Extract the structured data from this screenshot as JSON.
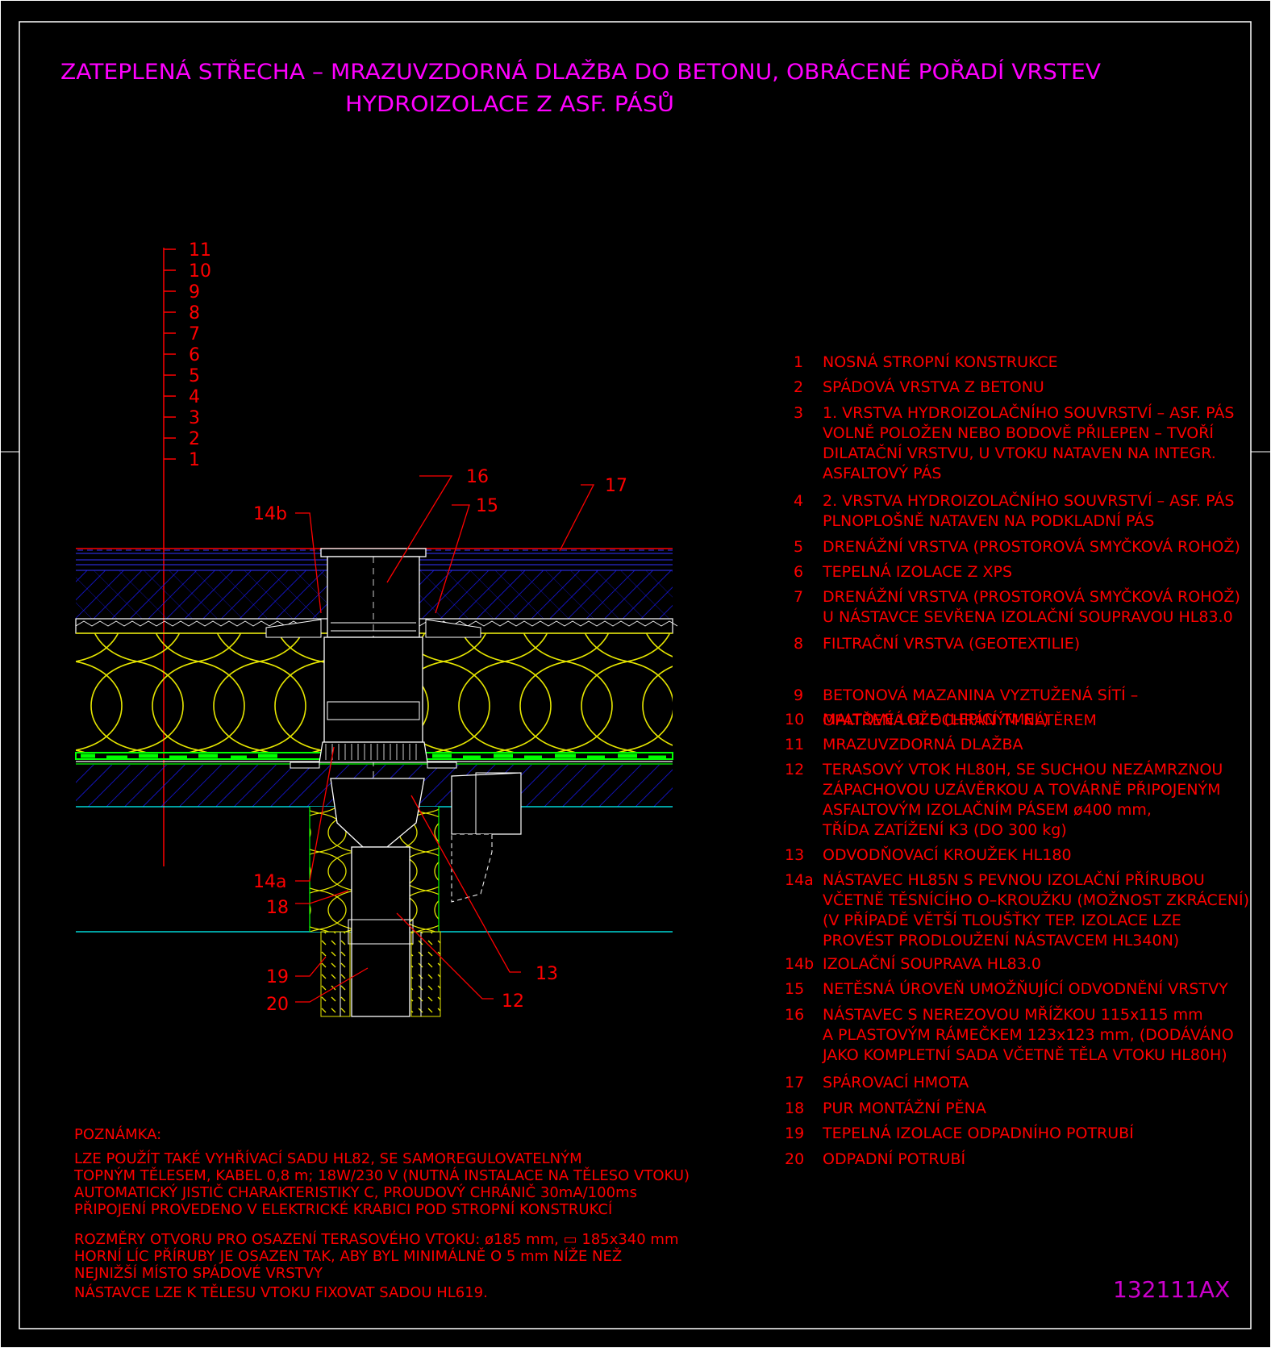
{
  "title": {
    "line1": "ZATEPLENÁ STŘECHA – MRAZUVZDORNÁ DLAŽBA DO BETONU, OBRÁCENÉ POŘADÍ VRSTEV",
    "line2": "HYDROIZOLACE Z ASF. PÁSŮ"
  },
  "layer_scale": [
    "11",
    "10",
    "9",
    "8",
    "7",
    "6",
    "5",
    "4",
    "3",
    "2",
    "1"
  ],
  "callouts": {
    "c16": "16",
    "c15": "15",
    "c17": "17",
    "c14b": "14b",
    "c14a": "14a",
    "c18": "18",
    "c19": "19",
    "c20": "20",
    "c13": "13",
    "c12": "12"
  },
  "legend": [
    {
      "num": "1",
      "lines": [
        "NOSNÁ STROPNÍ KONSTRUKCE"
      ]
    },
    {
      "num": "2",
      "lines": [
        "SPÁDOVÁ VRSTVA Z BETONU"
      ]
    },
    {
      "num": "3",
      "lines": [
        "1. VRSTVA HYDROIZOLAČNÍHO SOUVRSTVÍ – ASF. PÁS",
        "VOLNĚ POLOŽEN NEBO BODOVĚ PŘILEPEN – TVOŘÍ",
        "DILATAČNÍ VRSTVU, U VTOKU NATAVEN NA INTEGR.",
        "ASFALTOVÝ PÁS"
      ]
    },
    {
      "num": "4",
      "lines": [
        "2. VRSTVA HYDROIZOLAČNÍHO SOUVRSTVÍ – ASF. PÁS",
        "PLNOPLOŠNĚ NATAVEN NA PODKLADNÍ PÁS"
      ]
    },
    {
      "num": "5",
      "lines": [
        "DRENÁŽNÍ VRSTVA (PROSTOROVÁ SMYČKOVÁ ROHOŽ)"
      ]
    },
    {
      "num": "6",
      "lines": [
        "TEPELNÁ IZOLACE Z XPS"
      ]
    },
    {
      "num": "7",
      "lines": [
        "DRENÁŽNÍ VRSTVA (PROSTOROVÁ SMYČKOVÁ ROHOŽ)",
        "U NÁSTAVCE SEVŘENA IZOLAČNÍ SOUPRAVOU HL83.0"
      ]
    },
    {
      "num": "8",
      "lines": [
        "FILTRAČNÍ VRSTVA (GEOTEXTILIE)"
      ]
    },
    {
      "num": "9",
      "lines": [
        "BETONOVÁ MAZANINA VYZTUŽENÁ SÍTÍ –",
        "OPATŘENÁ HI OCHRANÝM NÁTĚREM"
      ]
    },
    {
      "num": "10",
      "lines": [
        "MALTOVÉ LOŽE (LEPÍCÍ TMEL)"
      ]
    },
    {
      "num": "11",
      "lines": [
        "MRAZUVZDORNÁ DLAŽBA"
      ]
    },
    {
      "num": "12",
      "lines": [
        "TERASOVÝ VTOK HL80H, SE SUCHOU NEZÁMRZNOU",
        "ZÁPACHOVOU UZÁVĚRKOU A TOVÁRNĚ PŘIPOJENÝM",
        "ASFALTOVÝM IZOLAČNÍM PÁSEM ø400 mm,",
        "TŘÍDA ZATÍŽENÍ K3 (DO 300 kg)"
      ]
    },
    {
      "num": "13",
      "lines": [
        "ODVODŇOVACÍ KROUŽEK HL180"
      ]
    },
    {
      "num": "14a",
      "lines": [
        "NÁSTAVEC HL85N S PEVNOU IZOLAČNÍ PŘÍRUBOU",
        "VČETNĚ TĚSNÍCÍHO O–KROUŽKU (MOŽNOST ZKRÁCENÍ)",
        "(V PŘÍPADĚ VĚTŠÍ TLOUŠŤKY TEP. IZOLACE LZE",
        "PROVÉST PRODLOUŽENÍ NÁSTAVCEM HL340N)"
      ]
    },
    {
      "num": "14b",
      "lines": [
        "IZOLAČNÍ SOUPRAVA HL83.0"
      ]
    },
    {
      "num": "15",
      "lines": [
        "NETĚSNÁ ÚROVEŇ UMOŽŇUJÍCÍ ODVODNĚNÍ VRSTVY"
      ]
    },
    {
      "num": "16",
      "lines": [
        "NÁSTAVEC S NEREZOVOU MŘÍŽKOU 115x115 mm",
        "A PLASTOVÝM RÁMEČKEM 123x123 mm, (DODÁVÁNO",
        "JAKO KOMPLETNÍ SADA VČETNĚ TĚLA VTOKU HL80H)"
      ]
    },
    {
      "num": "17",
      "lines": [
        "SPÁROVACÍ HMOTA"
      ]
    },
    {
      "num": "18",
      "lines": [
        "PUR MONTÁŽNÍ PĚNA"
      ]
    },
    {
      "num": "19",
      "lines": [
        "TEPELNÁ IZOLACE ODPADNÍHO POTRUBÍ"
      ]
    },
    {
      "num": "20",
      "lines": [
        "ODPADNÍ POTRUBÍ"
      ]
    }
  ],
  "note": {
    "heading": "POZNÁMKA:",
    "block1": [
      "LZE POUŽÍT TAKÉ VYHŘÍVACÍ SADU HL82, SE SAMOREGULOVATELNÝM",
      "TOPNÝM TĚLESEM, KABEL 0,8 m; 18W/230 V (NUTNÁ INSTALACE NA TĚLESO VTOKU)",
      "AUTOMATICKÝ JISTIČ CHARAKTERISTIKY C, PROUDOVÝ CHRÁNIČ 30mA/100ms",
      "PŘIPOJENÍ PROVEDENO V ELEKTRICKÉ KRABICI POD STROPNÍ KONSTRUKCÍ"
    ],
    "block2": [
      "ROZMĚRY OTVORU PRO OSAZENÍ TERASOVÉHO VTOKU: ø185 mm, ▭ 185x340 mm",
      "HORNÍ LÍC PŘÍRUBY JE OSAZEN TAK, ABY BYL MINIMÁLNĚ O 5 mm NÍŽE NEŽ",
      "NEJNIŽŠÍ MÍSTO SPÁDOVÉ VRSTVY"
    ],
    "block3": [
      "NÁSTAVCE LZE K TĚLESU VTOKU FIXOVAT SADOU HL619."
    ]
  },
  "drawing_code": "132111AX",
  "colors": {
    "background": "#000000",
    "title": "#ff00ff",
    "label": "#ff0000",
    "frame": "#ffffff",
    "insulation": "#ffff00",
    "hatch_blue": "#0000ff",
    "membrane_green": "#00ff00",
    "line_cyan": "#00ffff"
  }
}
